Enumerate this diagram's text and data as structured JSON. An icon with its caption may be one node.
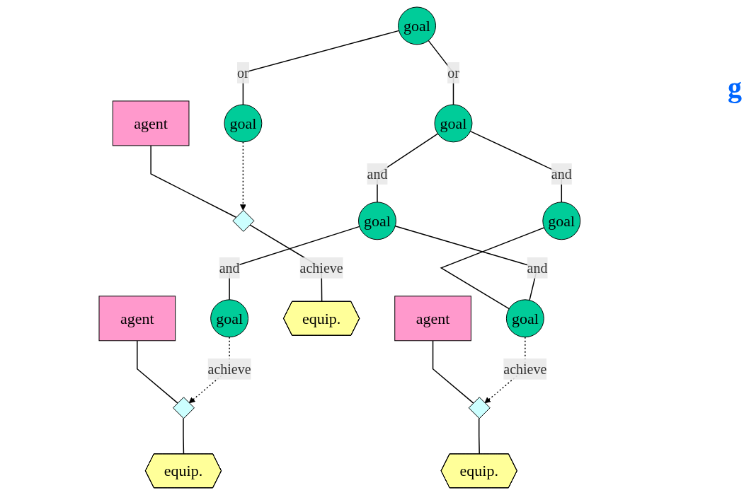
{
  "diagram": {
    "nodes": [
      {
        "text": [
          "goal"
        ]
      },
      {
        "text": [
          "goal"
        ]
      },
      {
        "text": [
          "goal"
        ]
      },
      {
        "text": [
          "goal"
        ]
      },
      {
        "text": [
          "goal"
        ]
      },
      {
        "text": [
          "goal"
        ]
      },
      {
        "text": [
          "goal"
        ]
      },
      {
        "text": [
          "agent"
        ]
      },
      {
        "text": [],
        "shape": "diamond"
      },
      {
        "text": [
          "equip."
        ]
      },
      {
        "text": [
          "agent"
        ]
      },
      {
        "text": [],
        "shape": "diamond"
      },
      {
        "text": [
          "equip."
        ]
      },
      {
        "text": [
          "agent"
        ]
      },
      {
        "text": [],
        "shape": "diamond"
      },
      {
        "text": [
          "equip."
        ]
      }
    ],
    "edges": [
      {
        "from": 0,
        "to": 1,
        "arrow": "none",
        "label": "or"
      },
      {
        "from": 0,
        "to": 2,
        "arrow": "none",
        "label": "or"
      },
      {
        "from": 2,
        "to": 4,
        "arrow": "none",
        "label": "and"
      },
      {
        "from": 2,
        "to": 3,
        "arrow": "none",
        "label": "and"
      },
      {
        "from": 4,
        "to": 5,
        "arrow": "none",
        "label": "and"
      },
      {
        "from": 4,
        "to": 6,
        "arrow": "none",
        "label": "and"
      },
      {
        "from": 3,
        "to": 6,
        "arrow": "none"
      },
      {
        "from": 1,
        "to": 8,
        "arrow": "to",
        "style": "dashed"
      },
      {
        "from": 5,
        "to": 11,
        "arrow": "to",
        "style": "dashed",
        "label": "achieve"
      },
      {
        "from": 6,
        "to": 14,
        "arrow": "to",
        "style": "dashed",
        "label": "achieve"
      },
      {
        "from": 7,
        "to": 8,
        "arrow": "none"
      },
      {
        "from": 8,
        "to": 9,
        "arrow": "none",
        "label": "achieve"
      },
      {
        "from": 10,
        "to": 11,
        "arrow": "none"
      },
      {
        "from": 11,
        "to": 12,
        "arrow": "none"
      },
      {
        "from": 13,
        "to": 14,
        "arrow": "none"
      },
      {
        "from": 14,
        "to": 15,
        "arrow": "none"
      }
    ],
    "labels": [
      "g"
    ]
  }
}
